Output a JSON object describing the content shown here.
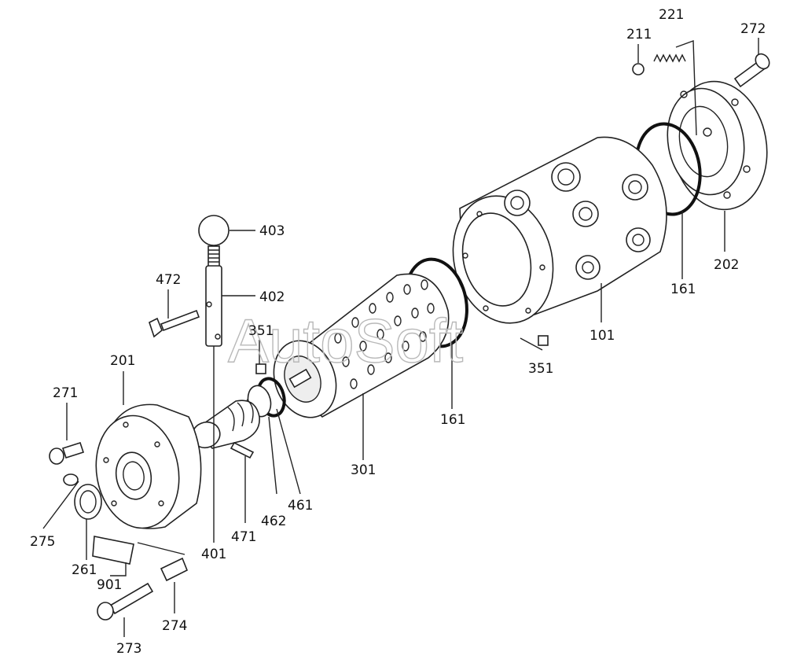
{
  "watermark": "AutoSoft",
  "labels": {
    "l211": "211",
    "l221": "221",
    "l272": "272",
    "l202": "202",
    "l161a": "161",
    "l101": "101",
    "l351a": "351",
    "l351b": "351",
    "l161b": "161",
    "l403": "403",
    "l402": "402",
    "l472": "472",
    "l201": "201",
    "l271": "271",
    "l301": "301",
    "l461": "461",
    "l462": "462",
    "l471": "471",
    "l401": "401",
    "l275": "275",
    "l261": "261",
    "l901": "901",
    "l274": "274",
    "l273": "273"
  }
}
